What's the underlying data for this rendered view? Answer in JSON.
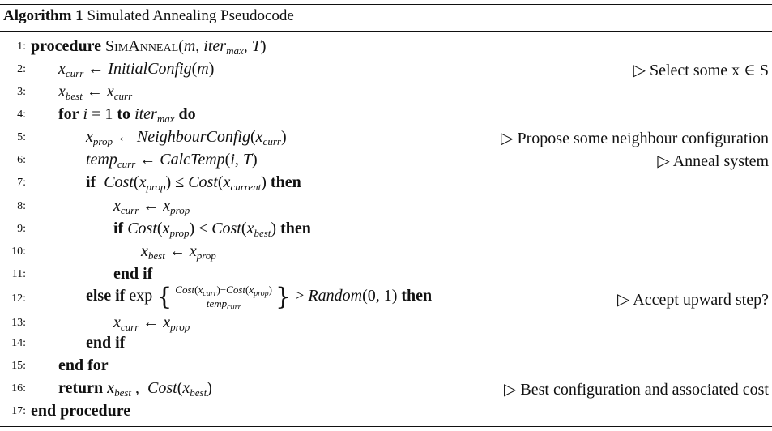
{
  "caption": {
    "label": "Algorithm 1",
    "title": "Simulated Annealing Pseudocode"
  },
  "line_numbers": [
    "1:",
    "2:",
    "3:",
    "4:",
    "5:",
    "6:",
    "7:",
    "8:",
    "9:",
    "10:",
    "11:",
    "12:",
    "13:",
    "14:",
    "15:",
    "16:",
    "17:"
  ],
  "keywords": {
    "procedure": "procedure",
    "for": "for",
    "to": "to",
    "do": "do",
    "if": "if",
    "then": "then",
    "end_if": "end if",
    "else_if": "else if",
    "end_for": "end for",
    "return": "return",
    "end_procedure": "end procedure"
  },
  "comments": {
    "line2": "Select some x ∈ S",
    "line5": "Propose some neighbour configuration",
    "line6": "Anneal system",
    "line12": "Accept upward step?",
    "line16": "Best configuration and associated cost"
  },
  "comment_marker": "▷"
}
